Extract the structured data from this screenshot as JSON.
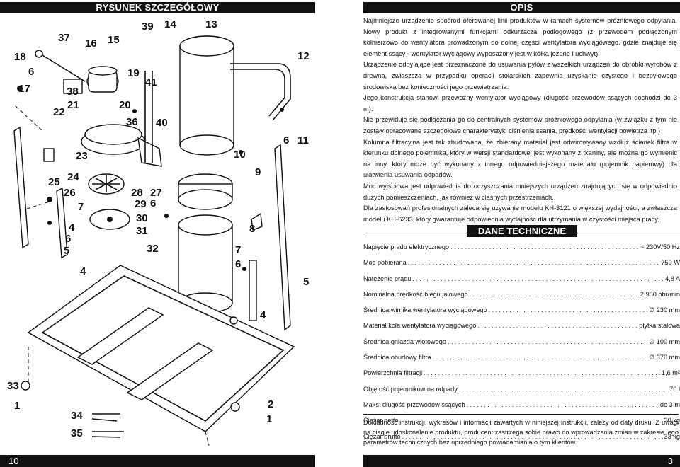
{
  "left_header": "RYSUNEK SZCZEGÓŁOWY",
  "right_header": "OPIS",
  "description": {
    "p1": "Najmniejsze urządzenie spośród oferowanej linii produktów w ramach systemów próżniowego odpylania. Nowy produkt z integrowanymi funkcjami odkurzacza podłogowego (z przewodem podłączonym kołnierzowo do wentylatora prowadzonym do dolnej części wentylatora wyciągowego, gdzie znajduje się element ssący - wentylator wyciągowy wyposażony jest w kółka jezdne i uchwyt).",
    "p2": "Urządzenie odpylające jest przeznaczone do usuwania pyłów z wszelkich urządzeń do obróbki wyrobów z drewna, zwłaszcza w przypadku operacji stolarskich zapewnia uzyskanie czystego i bezpyłowego środowiska bez konieczności jego przewietrzania.",
    "p3": "Jego konstrukcja stanowi przewoźny wentylator wyciągowy (długość przewodów ssących dochodzi do 3 m).",
    "p4": "Nie przewiduje się podłączania go do centralnych systemów próżniowego odpylania (w związku z tym nie zostały opracowane szczegółowe charakterystyki ciśnienia ssania, prędkości wentylacji powietrza itp.)",
    "p5": "Kolumna filtracyjna jest tak zbudowana, że zbierany materiał jest odwirowywany wzdłuż ścianek filtra w kierunku dolnego pojemnika, który w wersji standardowej jest wykonany z tkaniny, ale można go wymienić na inny, który może być wykonany z innego odpowiedniejszego materiału (pojemnik papierowy) dla ułatwienia usuwania odpadów.",
    "p6": "Moc wyjściowa jest odpowiednia do oczyszczania mniejszych urządzeń znajdujących się w odpowiednio dużych pomieszczeniach, jak również w ciasnych przestrzeniach.",
    "p7": "Dla zastosowań profesjonalnych zaleca się używanie modelu KH-3121 o większej wydajności, a zwłaszcza modelu KH-6233, który gwarantuje odpowiednia wydajność dla utrzymania w czystości miejsca pracy."
  },
  "specs_title": "DANE TECHNICZNE",
  "specs": [
    {
      "label": "Napięcie prądu elektrycznego",
      "value": "~ 230V/50 Hz"
    },
    {
      "label": "Moc pobierana",
      "value": "750 W"
    },
    {
      "label": "Natężenie prądu",
      "value": "4,8 A"
    },
    {
      "label": "Nominalna prędkość biegu jałowego",
      "value": "2 950 obr/min"
    },
    {
      "label": "Średnica wirnika wentylatora wyciągowego",
      "value": "∅ 230 mm"
    },
    {
      "label": "Materiał koła wentylatora wyciągowego",
      "value": "płytka stalowa"
    },
    {
      "label": "Średnica gniazda wlotowego",
      "value": "∅ 100 mm"
    },
    {
      "label": "Średnica obudowy filtra",
      "value": "∅ 370 mm"
    },
    {
      "label": "Powierzchnia filtracji",
      "value": "1,6 m²"
    },
    {
      "label": "Objętość pojemników na odpady",
      "value": "70 l"
    },
    {
      "label": "Maks. długość przewodów ssących",
      "value": "do 3 m"
    },
    {
      "label": "Ciężar netto",
      "value": "30 kg"
    },
    {
      "label": "Ciężar brutto",
      "value": "33 kg"
    }
  ],
  "footer_note": "Dokładność instrukcji, wykresów i informacji zawartych w niniejszej instrukcji, zależy od daty druku. Z uwagi na ciągłe udoskonalanie produktu, producent zastrzega sobie prawo do wprowadzania zmian w zakresie jego parametrów technicznych bez uprzedniego powiadamiania o tym klientów.",
  "page_left": "10",
  "page_right": "3",
  "diagram_labels": [
    "39",
    "14",
    "13",
    "37",
    "16",
    "15",
    "18",
    "12",
    "6",
    "17",
    "19",
    "41",
    "38",
    "21",
    "20",
    "22",
    "36",
    "40",
    "11",
    "6",
    "10",
    "23",
    "9",
    "24",
    "25",
    "28",
    "27",
    "26",
    "29",
    "6",
    "7",
    "30",
    "31",
    "4",
    "6",
    "8",
    "5",
    "32",
    "7",
    "6",
    "4",
    "5",
    "4",
    "33",
    "2",
    "1",
    "34",
    "1",
    "35"
  ]
}
